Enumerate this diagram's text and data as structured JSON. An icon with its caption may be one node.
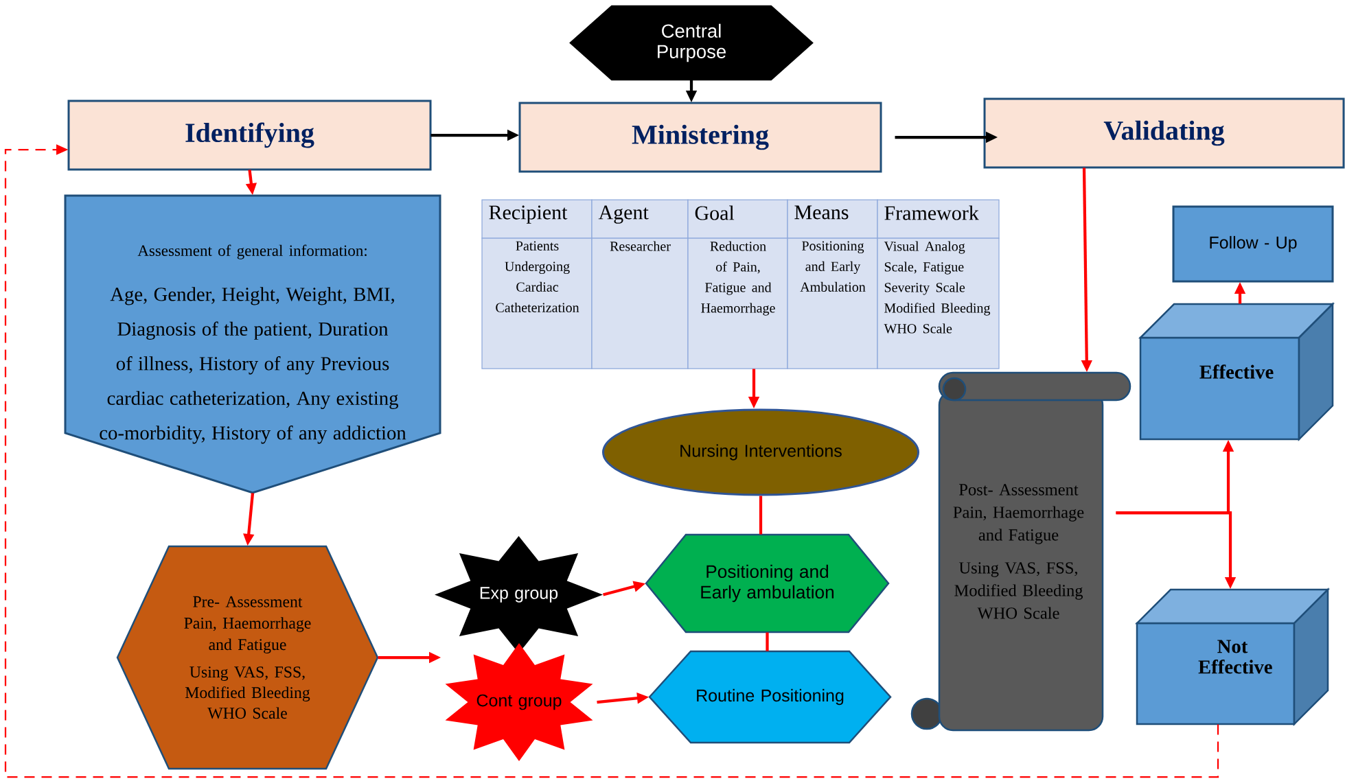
{
  "diagram": {
    "nodes": [
      {
        "text": [
          "Central Purpose"
        ]
      },
      {
        "text": [
          "Identifying"
        ]
      },
      {
        "text": [
          "Ministering"
        ]
      },
      {
        "text": [
          "Validating"
        ]
      },
      {
        "text": [
          "Assessment of general information:",
          "Age, Gender, Height, Weight, BMI, Diagnosis of the patient, Duration of illness, History of any Previous cardiac catheterization, Any existing co-morbidity, History of any addiction"
        ]
      },
      {
        "text": [
          "Recipient",
          "Agent",
          "Goal",
          "Means",
          "Framework",
          "Patients Undergoing Cardiac Catheterization",
          "Researcher",
          "Reduction of Pain, Fatigue and Haemorrhage",
          "Positioning and Early Ambulation",
          "Visual Analog Scale, Fatigue Severity Scale Modified Bleeding WHO Scale"
        ]
      },
      {
        "text": [
          "Nursing Interventions"
        ]
      },
      {
        "text": [
          "Exp group"
        ]
      },
      {
        "text": [
          "Positioning and Early ambulation"
        ]
      },
      {
        "text": [
          "Pre- Assessment Pain, Haemorrhage and Fatigue",
          "Using VAS, FSS, Modified Bleeding WHO Scale"
        ]
      },
      {
        "text": [
          "Cont group"
        ]
      },
      {
        "text": [
          "Routine Positioning"
        ]
      },
      {
        "text": [
          "Post- Assessment Pain, Haemorrhage and Fatigue",
          "Using VAS, FSS, Modified Bleeding WHO Scale"
        ]
      },
      {
        "text": [
          "Follow - Up"
        ]
      },
      {
        "text": [
          "Effective"
        ]
      },
      {
        "text": [
          "Not Effective"
        ]
      }
    ],
    "edges": [
      {
        "from": 0,
        "to": 2,
        "arrow": "to",
        "color": "#000000"
      },
      {
        "from": 1,
        "to": 2,
        "arrow": "to",
        "color": "#000000"
      },
      {
        "from": 2,
        "to": 3,
        "arrow": "to",
        "color": "#000000"
      },
      {
        "from": 1,
        "to": 4,
        "arrow": "to"
      },
      {
        "from": 4,
        "to": 9,
        "arrow": "to"
      },
      {
        "from": 9,
        "to": 10,
        "arrow": "to"
      },
      {
        "from": 7,
        "to": 8,
        "arrow": "to"
      },
      {
        "from": 10,
        "to": 11,
        "arrow": "to"
      },
      {
        "from": 5,
        "to": 6,
        "arrow": "to"
      },
      {
        "from": 6,
        "to": 8,
        "arrow": "none"
      },
      {
        "from": 8,
        "to": 11,
        "arrow": "none"
      },
      {
        "from": 3,
        "to": 12,
        "arrow": "to"
      },
      {
        "from": 12,
        "to": 14,
        "arrow": "to"
      },
      {
        "from": 12,
        "to": 15,
        "arrow": "to"
      },
      {
        "from": 14,
        "to": 13,
        "arrow": "to"
      },
      {
        "from": 15,
        "to": 1,
        "arrow": "to",
        "style": "dashed"
      }
    ]
  }
}
